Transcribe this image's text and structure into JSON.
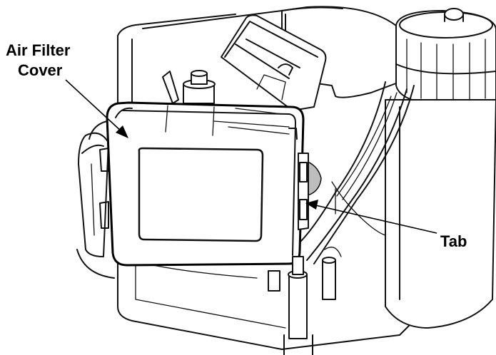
{
  "labels": {
    "air_filter_line1": "Air Filter",
    "air_filter_line2": "Cover",
    "tab": "Tab"
  },
  "colors": {
    "line": "#111111",
    "background": "#ffffff",
    "shading": "#bdbdbd"
  }
}
